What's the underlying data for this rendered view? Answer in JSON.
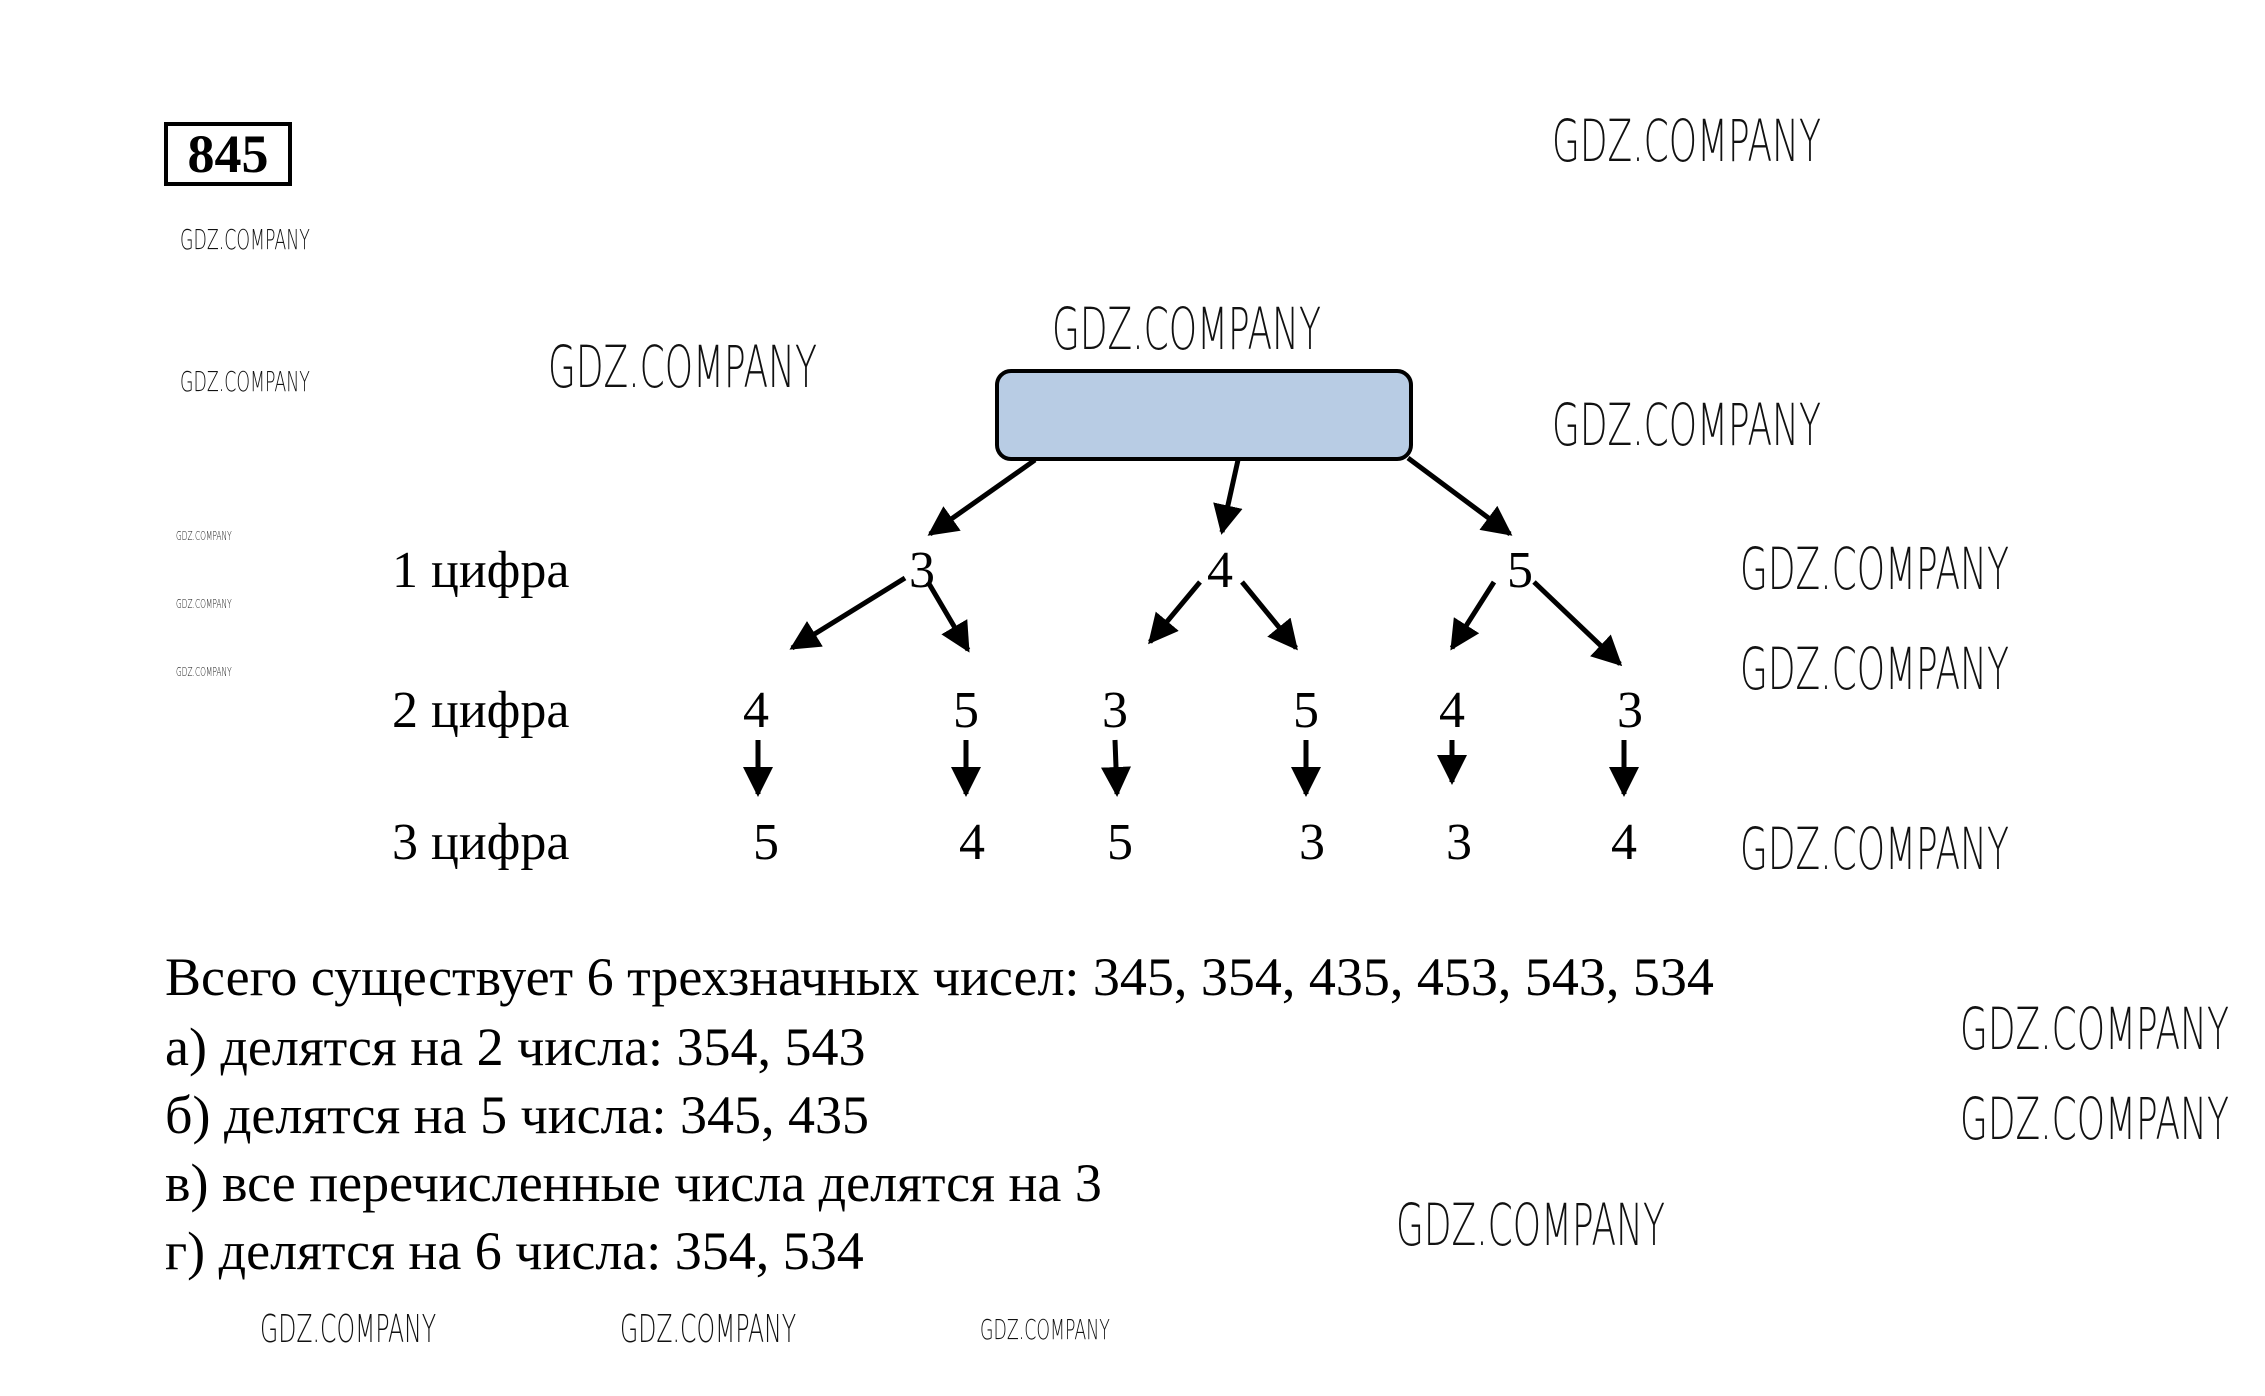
{
  "problem": {
    "number": "845"
  },
  "tree": {
    "root_fill": "#b8cce4",
    "levels": [
      {
        "label": "1 цифра",
        "nodes": [
          "3",
          "4",
          "5"
        ]
      },
      {
        "label": "2 цифра",
        "nodes": [
          "4",
          "5",
          "3",
          "5",
          "4",
          "3"
        ]
      },
      {
        "label": "3 цифра",
        "nodes": [
          "5",
          "4",
          "5",
          "3",
          "3",
          "4"
        ]
      }
    ]
  },
  "answer": {
    "summary": "Всего существует 6 трехзначных чисел: 345, 354, 435, 453, 543, 534",
    "items": [
      "а) делятся на 2 числа: 354, 543",
      "б) делятся на 5 числа: 345, 435",
      "в) все перечисленные числа делятся на 3",
      "г) делятся на 6 числа: 354, 534"
    ]
  },
  "watermark": {
    "text": "GDZ.COMPANY"
  }
}
